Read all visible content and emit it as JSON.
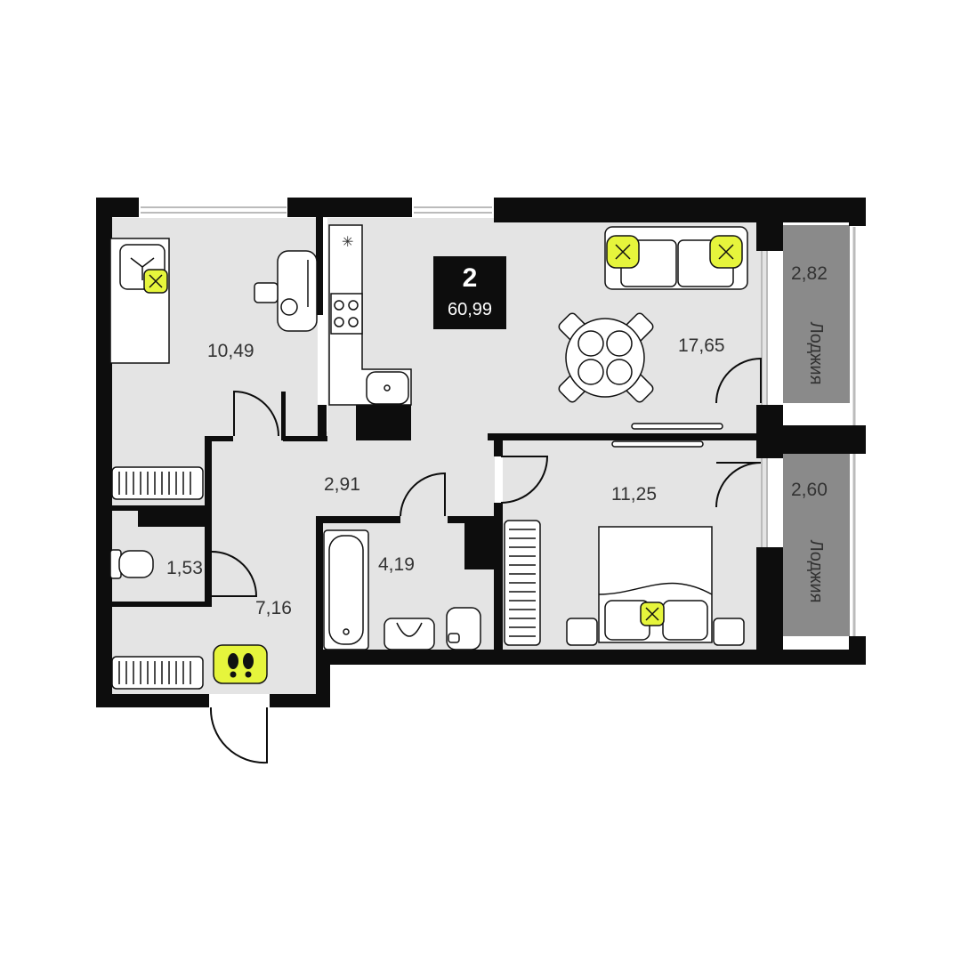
{
  "apartment": {
    "rooms": "2",
    "total_area": "60,99"
  },
  "rooms": {
    "bedroom_1": "10,49",
    "living_kitchen": "17,65",
    "corridor": "2,91",
    "bedroom_2": "11,25",
    "wc": "1,53",
    "bathroom": "4,19",
    "hallway": "7,16"
  },
  "loggias": [
    {
      "area": "2,82",
      "label": "Лоджия"
    },
    {
      "area": "2,60",
      "label": "Лоджия"
    }
  ],
  "colors": {
    "wall": "#0d0d0d",
    "floor": "#e4e4e4",
    "loggia": "#8a8a8a",
    "accent": "#e6f53c"
  },
  "icons": [
    "entrance-footprints-icon",
    "pillow-icon",
    "stove-icon",
    "sink-icon",
    "toilet-icon",
    "bathtub-icon",
    "radiator-icon"
  ]
}
